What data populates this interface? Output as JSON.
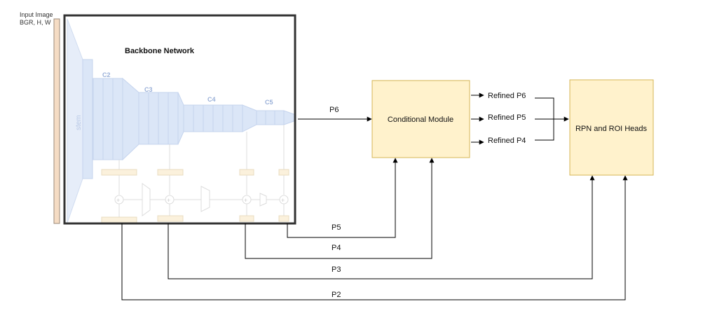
{
  "input": {
    "line1": "Input Image",
    "line2": "BGR, H, W"
  },
  "backbone": {
    "title": "Backbone Network",
    "stem": "stem",
    "stages": [
      "C2",
      "C3",
      "C4",
      "C5"
    ]
  },
  "conditional_module": {
    "label": "Conditional Module"
  },
  "refined": [
    "Refined P6",
    "Refined P5",
    "Refined P4"
  ],
  "heads": {
    "label": "RPN and ROI Heads"
  },
  "edges": {
    "p6": "P6",
    "p5": "P5",
    "p4": "P4",
    "p3": "P3",
    "p2": "P2"
  },
  "colors": {
    "module_fill": "#fff2cc",
    "module_stroke": "#d6b656",
    "input_bar": "#f5dcc4",
    "backbone_blue": "#dbe6f7",
    "backbone_blue_edge": "#c5d4ee",
    "fpn_box": "#fbf1dc"
  }
}
